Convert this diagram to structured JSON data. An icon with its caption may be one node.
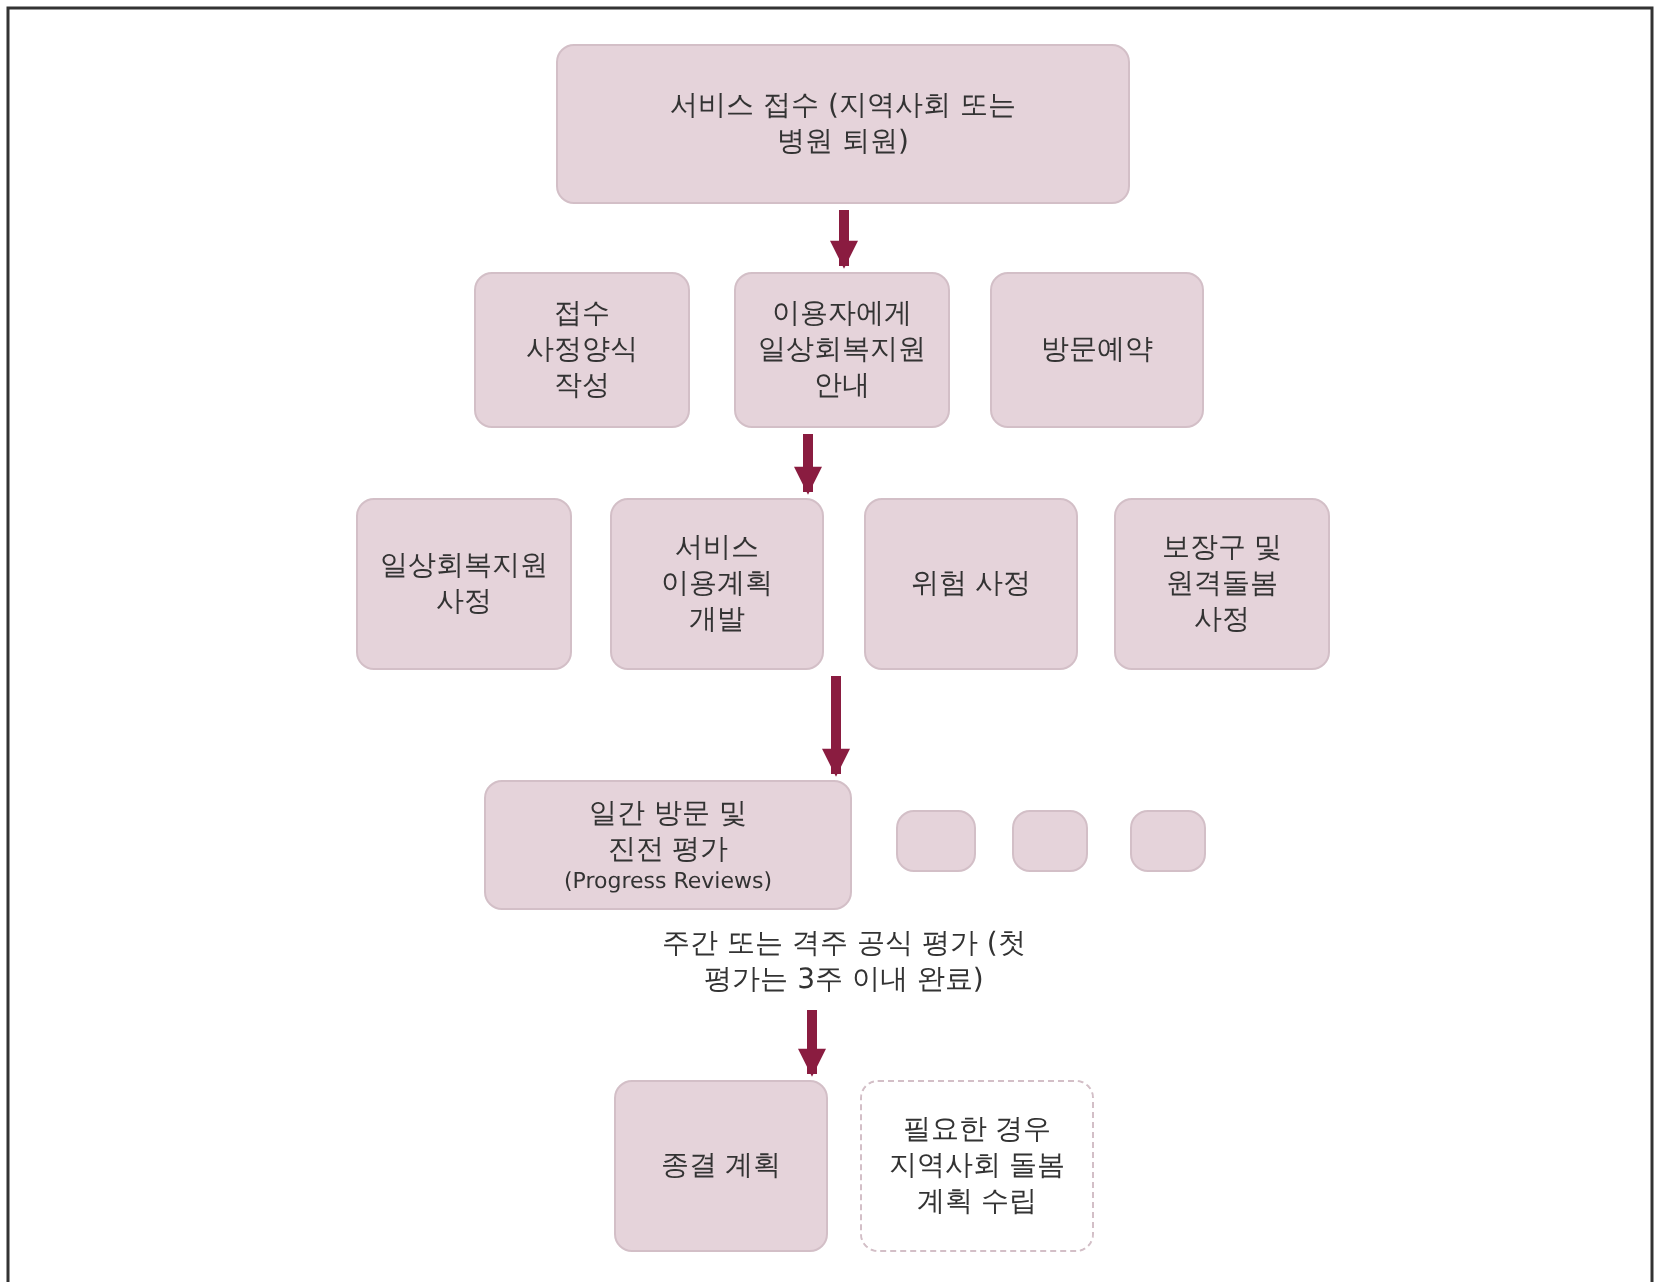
{
  "diagram": {
    "nodes": [
      {
        "text": [
          "서비스 접수 (지역사회 또는 병원 퇴원)"
        ]
      },
      {
        "text": [
          "접수 사정양식 작성"
        ]
      },
      {
        "text": [
          "이용자에게 일상회복지원 안내"
        ]
      },
      {
        "text": [
          "방문예약"
        ]
      },
      {
        "text": [
          "일상회복지원 사정"
        ]
      },
      {
        "text": [
          "서비스 이용계획 개발"
        ]
      },
      {
        "text": [
          "위험 사정"
        ]
      },
      {
        "text": [
          "보장구 및 원격돌봄 사정"
        ]
      },
      {
        "text": [
          "일간 방문 및 진전 평가",
          "(Progress Reviews)"
        ]
      },
      {
        "text": [],
        "shape": "box"
      },
      {
        "text": [],
        "shape": "box"
      },
      {
        "text": [],
        "shape": "box"
      },
      {
        "text": [
          "주간 또는 격주 공식 평가 (첫 평가는 3주 이내 완료)"
        ]
      },
      {
        "text": [
          "종결 계획"
        ]
      },
      {
        "text": [
          "필요한 경우 지역사회 돌봄 계획 수립"
        ]
      }
    ],
    "edges": [
      {
        "from": 0,
        "to": 2,
        "arrow": "to"
      },
      {
        "from": 2,
        "to": 5,
        "arrow": "to"
      },
      {
        "from": 5,
        "to": 8,
        "arrow": "to"
      },
      {
        "from": 12,
        "to": 13,
        "arrow": "to"
      }
    ]
  }
}
